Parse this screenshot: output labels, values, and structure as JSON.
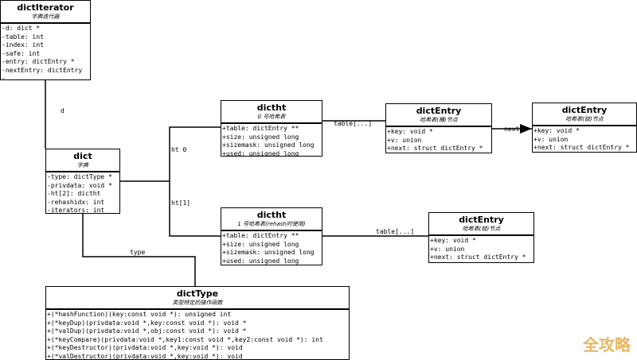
{
  "classes": {
    "dictIterator": {
      "name": "dictIterator",
      "subtitle": "字典迭代器",
      "attrs": [
        "-d: dict *",
        "-table: int",
        "-index: int",
        "-safe: int",
        "-entry: dictEntry *",
        "-nextEntry: dictEntry",
        "-"
      ]
    },
    "dict": {
      "name": "dict",
      "subtitle": "字典",
      "attrs": [
        "-type: dictType *",
        "-privdata: void *",
        "-ht[2]: dictht",
        "-rehashidx: int",
        "-iterators: int"
      ]
    },
    "dictht0": {
      "name": "dictht",
      "subtitle": "0 号哈希表",
      "attrs": [
        "+table: dictEntry **",
        "+size: unsigned long",
        "+sizemask: unsigned long",
        "+used: unsigned long"
      ]
    },
    "dictht1": {
      "name": "dictht",
      "subtitle": "1 号哈希表(rehash时使用)",
      "attrs": [
        "+table: dictEntry **",
        "+size: unsigned long",
        "+sizemask: unsigned long",
        "+used: unsigned long"
      ]
    },
    "dictEntry1": {
      "name": "dictEntry",
      "subtitle": "哈希表(桶)节点",
      "attrs": [
        "+key: void *",
        "+v: union",
        "+next: struct dictEntry *"
      ]
    },
    "dictEntry2": {
      "name": "dictEntry",
      "subtitle": "哈希表(链)节点",
      "attrs": [
        "+key: void *",
        "+v: union",
        "+next: struct dictEntry *"
      ]
    },
    "dictEntry3": {
      "name": "dictEntry",
      "subtitle": "哈希表(链)节点",
      "attrs": [
        "+key: void *",
        "+v: union",
        "+next: struct dictEntry *"
      ]
    },
    "dictType": {
      "name": "dictType",
      "subtitle": "类型特定的操作函数",
      "attrs": [
        "+(*hashFunction)(key:const void *): unsigned int",
        "+(*keyDup)(privdata:void *,key:const void *): void *",
        "+(*valDup)(privdata:void *,obj:const void *): void *",
        "+(*keyCompare)(privdata:void *,key1:const void *,key2:const void *): int",
        "+(*keyDestructor)(privdata:void *,key:void *): void",
        "+(*valDestructor)(privdata:void *,key:void *): void"
      ]
    }
  },
  "edges": {
    "d": "d",
    "ht0": "ht 0",
    "ht1": "ht[1]",
    "table0": "table[...]",
    "next": "next",
    "table1": "table[...]",
    "type": "type"
  },
  "watermark": "全攻略"
}
